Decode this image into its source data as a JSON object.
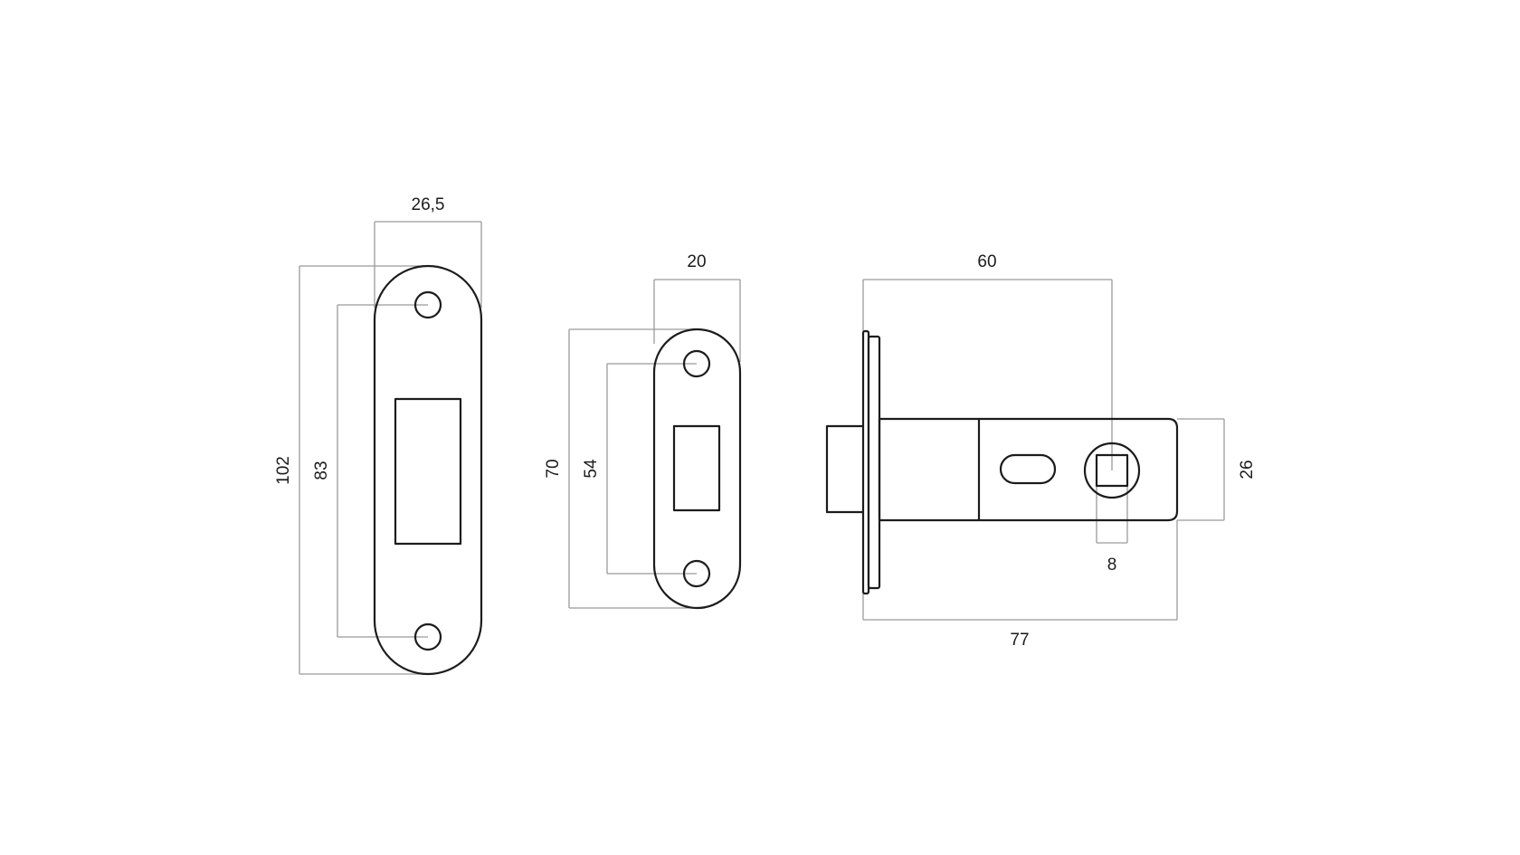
{
  "colors": {
    "outline": "#1c1c1c",
    "dimension_line": "#9a9a9a",
    "background": "#ffffff"
  },
  "strike_plate_large": {
    "width_label": "26,5",
    "height_label": "102",
    "hole_spacing_label": "83"
  },
  "strike_plate_small": {
    "width_label": "20",
    "height_label": "70",
    "hole_spacing_label": "54"
  },
  "latch": {
    "backset_label": "60",
    "overall_length_label": "77",
    "case_height_label": "26",
    "spindle_label": "8"
  }
}
